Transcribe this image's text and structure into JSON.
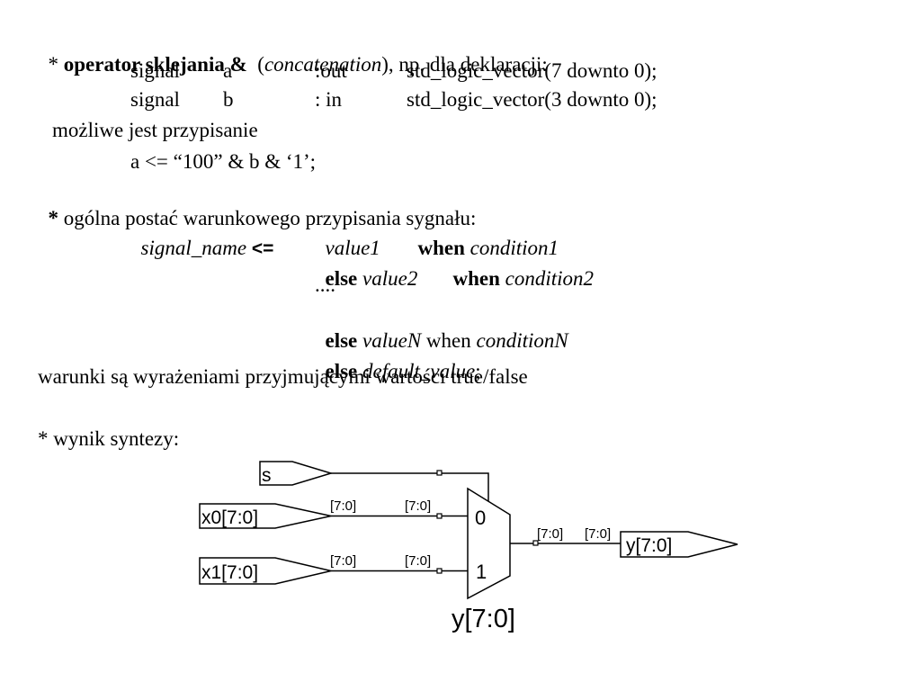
{
  "text": {
    "l1": {
      "star": "* ",
      "op": "operator sklejania & ",
      "p1": " (",
      "concat": "concatenation",
      "rest": "), np. dla deklaracji:"
    },
    "l2": {
      "kw": "signal",
      "name": "a",
      "mode": ":out",
      "type": "std_logic_vector(7 downto 0);"
    },
    "l3": {
      "kw": "signal",
      "name": "b",
      "mode": ": in",
      "type": "std_logic_vector(3 downto 0);"
    },
    "l4": "możliwe jest przypisanie",
    "l5": "a <= “100” & b & ‘1’;",
    "l6": {
      "star": "* ",
      "rest": "ogólna postać warunkowego przypisania sygnału:"
    },
    "l7": {
      "sn": "signal_name",
      "op": " <=",
      "v1": "value1",
      "when": "when",
      "c1": " condition1"
    },
    "l8": {
      "else": "else",
      "v2": " value2",
      "when": "when",
      "c2": " condition2"
    },
    "l9": "....",
    "l10": {
      "else": "else",
      "vn": " valueN",
      "when": " when ",
      "cn": "conditionN"
    },
    "l11": {
      "else": "else",
      "dv": " default_value",
      "semi": ";"
    },
    "l12": "warunki są wyrażeniami przyjmującymi wartości true/false",
    "l13": "* wynik syntezy:"
  },
  "diagram": {
    "ports": {
      "s": "s",
      "x0": "x0[7:0]",
      "x1": "x1[7:0]",
      "y": "y[7:0]"
    },
    "bus_label": "[7:0]",
    "mux_in0": "0",
    "mux_in1": "1",
    "caption": "y[7:0]"
  }
}
